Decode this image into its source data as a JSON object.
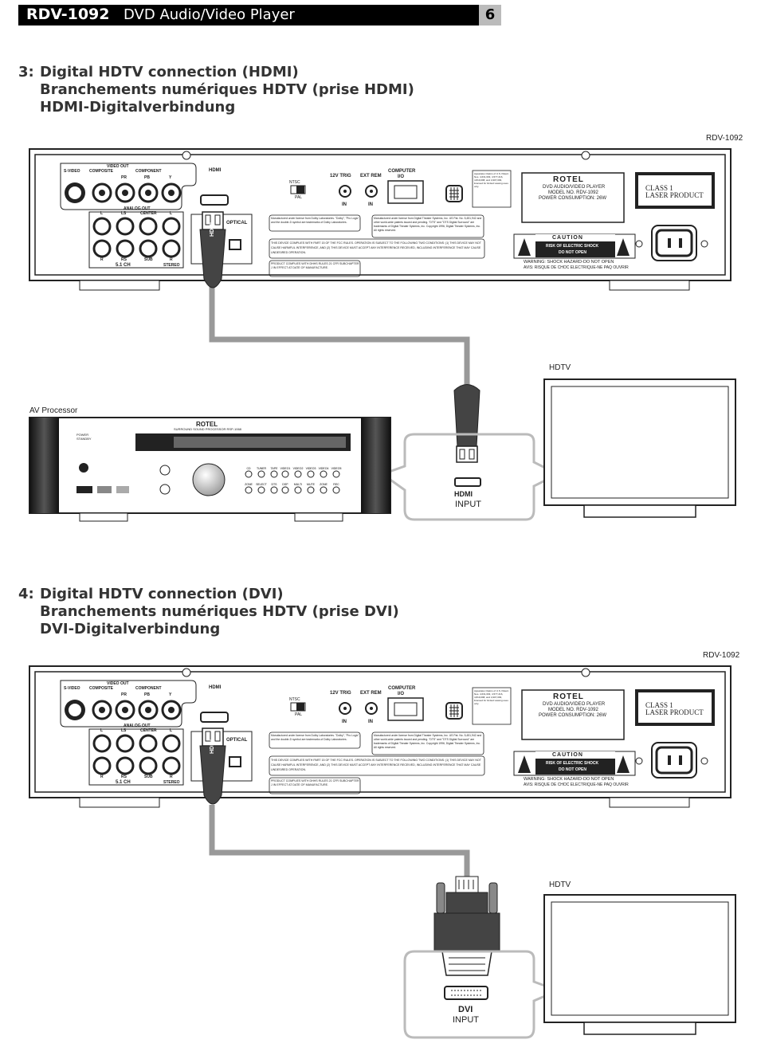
{
  "header": {
    "model": "RDV-1092",
    "title": "DVD Audio/Video Player",
    "page": "6"
  },
  "section3": {
    "number": "3:",
    "lines": [
      "Digital HDTV connection (HDMI)",
      "Branchements numériques HDTV (prise HDMI)",
      "HDMI-Digitalverbindung"
    ],
    "device_label": "RDV-1092",
    "hdtv_label": "HDTV",
    "processor_label": "AV Processor",
    "input_label": "INPUT",
    "connector_name": "HDMI"
  },
  "section4": {
    "number": "4:",
    "lines": [
      "Digital HDTV connection (DVI)",
      "Branchements numériques HDTV (prise DVI)",
      "DVI-Digitalverbindung"
    ],
    "device_label": "RDV-1092",
    "hdtv_label": "HDTV",
    "input_label": "INPUT",
    "connector_name": "DVI"
  },
  "panel": {
    "video_out": "VIDEO OUT",
    "svideo": "S-VIDEO",
    "composite": "COMPOSITE",
    "component": "COMPONENT",
    "pr": "PR",
    "pb": "PB",
    "y": "Y",
    "hdmi": "HDMI",
    "analog_out": "ANALOG OUT",
    "l": "L",
    "ls": "LS",
    "center": "CENTER",
    "r": "R",
    "rs": "RS",
    "sub": "SUB",
    "ch51": "5.1 CH",
    "stereo": "STEREO",
    "coax_optical": "OPTICAL",
    "ntsc": "NTSC",
    "pal": "PAL",
    "trig": "12V TRIG",
    "extrem": "EXT REM",
    "in": "IN",
    "computer": "COMPUTER",
    "io": "I/O",
    "brand": "ROTEL",
    "player": "DVD AUDIO/VIDEO PLAYER",
    "model_no": "MODEL NO. RDV-1092",
    "power": "POWER CONSUMPTION: 26W",
    "laser1": "CLASS 1",
    "laser2": "LASER PRODUCT",
    "caution": "CAUTION",
    "risk1": "RISK OF ELECTRIC SHOCK",
    "risk2": "DO NOT OPEN",
    "warn1": "WARNING: SHOCK HAZARD-DO NOT OPEN",
    "warn2": "AVIS: RISQUE DE CHOC ELECTRIQUE-NE PAQ OUVRIR",
    "dolby": "Manufactured under license from Dolby Laboratories. \"Dolby\", \"Pro Logic\", and the double-D symbol are trademarks of Dolby Laboratories.",
    "fcc": "THIS DEVICE COMPLIES WITH PART 15 OF THE FCC RULES. OPERATION IS SUBJECT TO THE FOLLOWING TWO CONDITIONS: (1) THIS DEVICE MAY NOT CAUSE HARMFUL INTERFERENCE, AND (2) THIS DEVICE MUST ACCEPT ANY INTERFERENCE RECEIVED, INCLUDING INTERFERENCE THAT MAY CAUSE UNDESIRED OPERATION.",
    "dhhs": "PRODUCT COMPLIES WITH DHHS RULES 21 CFR SUBCHAPTER J IN EFFECT AT DATE OF MANUFACTURE.",
    "dts": "Manufactured under license from Digital Theater Systems, Inc. US Pat. No. 5,451,942 and other world-wide patents issued and pending. \"DTS\" and \"DTS Digital Surround\" are trademarks of Digital Theater Systems, Inc. Copyright 1996, Digital Theater Systems, Inc. All rights reserved.",
    "patent": "Apparatus Claims of U.S. Patent Nos. 4,631,603, 4,577,216, 4,819,098, and 4,907,093, licensed for limited viewing uses only."
  },
  "processor": {
    "brand": "ROTEL",
    "subtitle": "SURROUND SOUND PROCESSOR RSP-1068",
    "power": "POWER STANDBY",
    "buttons_row1": [
      "CD",
      "TUNER",
      "TAPE",
      "VIDEO1",
      "VIDEO2",
      "VIDEO3",
      "VIDEO4",
      "VIDEO5"
    ],
    "buttons_row2": [
      "ZONE",
      "SELECT",
      "DTS",
      "DSP",
      "MULTI",
      "MUTE",
      "ZONE",
      "REC"
    ]
  }
}
